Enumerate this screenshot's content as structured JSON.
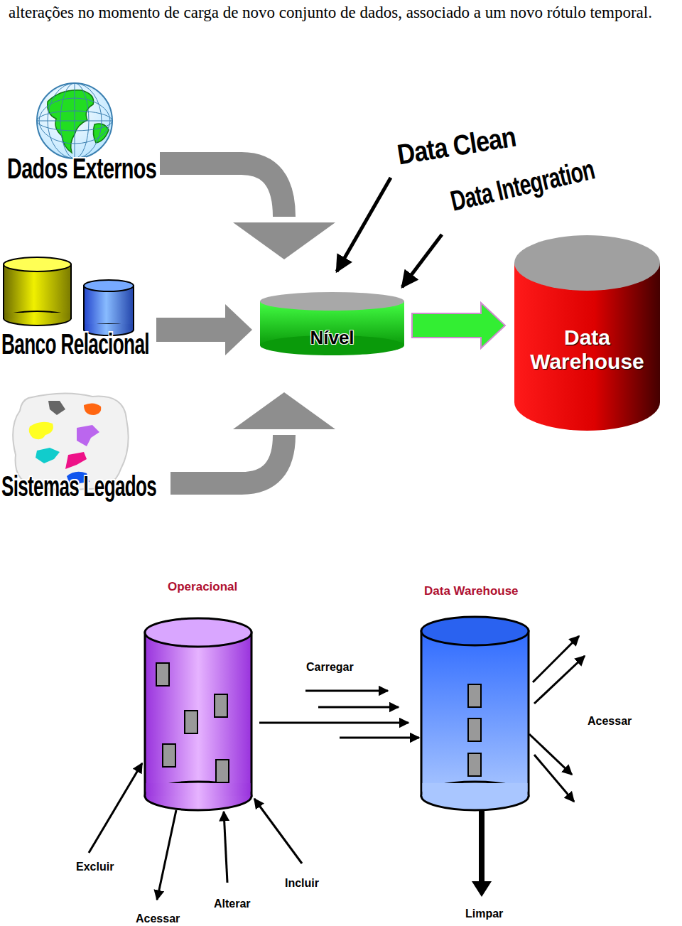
{
  "diagram": {
    "nodes": [
      {
        "text": [
          "Dados Externos"
        ]
      },
      {
        "text": [
          "Banco Relacional"
        ]
      },
      {
        "text": [
          "Sistemas Legados"
        ]
      },
      {
        "text": [
          "Nível"
        ]
      },
      {
        "text": [
          "Data Warehouse"
        ]
      },
      {
        "text": [
          "Operacional"
        ]
      },
      {
        "text": [
          "Data Warehouse"
        ]
      }
    ],
    "edges": [
      {
        "from": 0,
        "to": 3,
        "arrow": "to"
      },
      {
        "from": 1,
        "to": 3,
        "arrow": "to"
      },
      {
        "from": 2,
        "to": 3,
        "arrow": "to"
      },
      {
        "from": 3,
        "to": 4,
        "arrow": "to"
      },
      {
        "from": 5,
        "to": 6,
        "label": "Carregar",
        "arrow": "to"
      }
    ],
    "labels": [
      "alterações no momento de carga de novo conjunto de dados, associado a um novo rótulo temporal.",
      "Data Clean",
      "Data Integration",
      "Acessar",
      "Excluir",
      "Incluir",
      "Alterar",
      "Acessar",
      "Limpar"
    ]
  }
}
